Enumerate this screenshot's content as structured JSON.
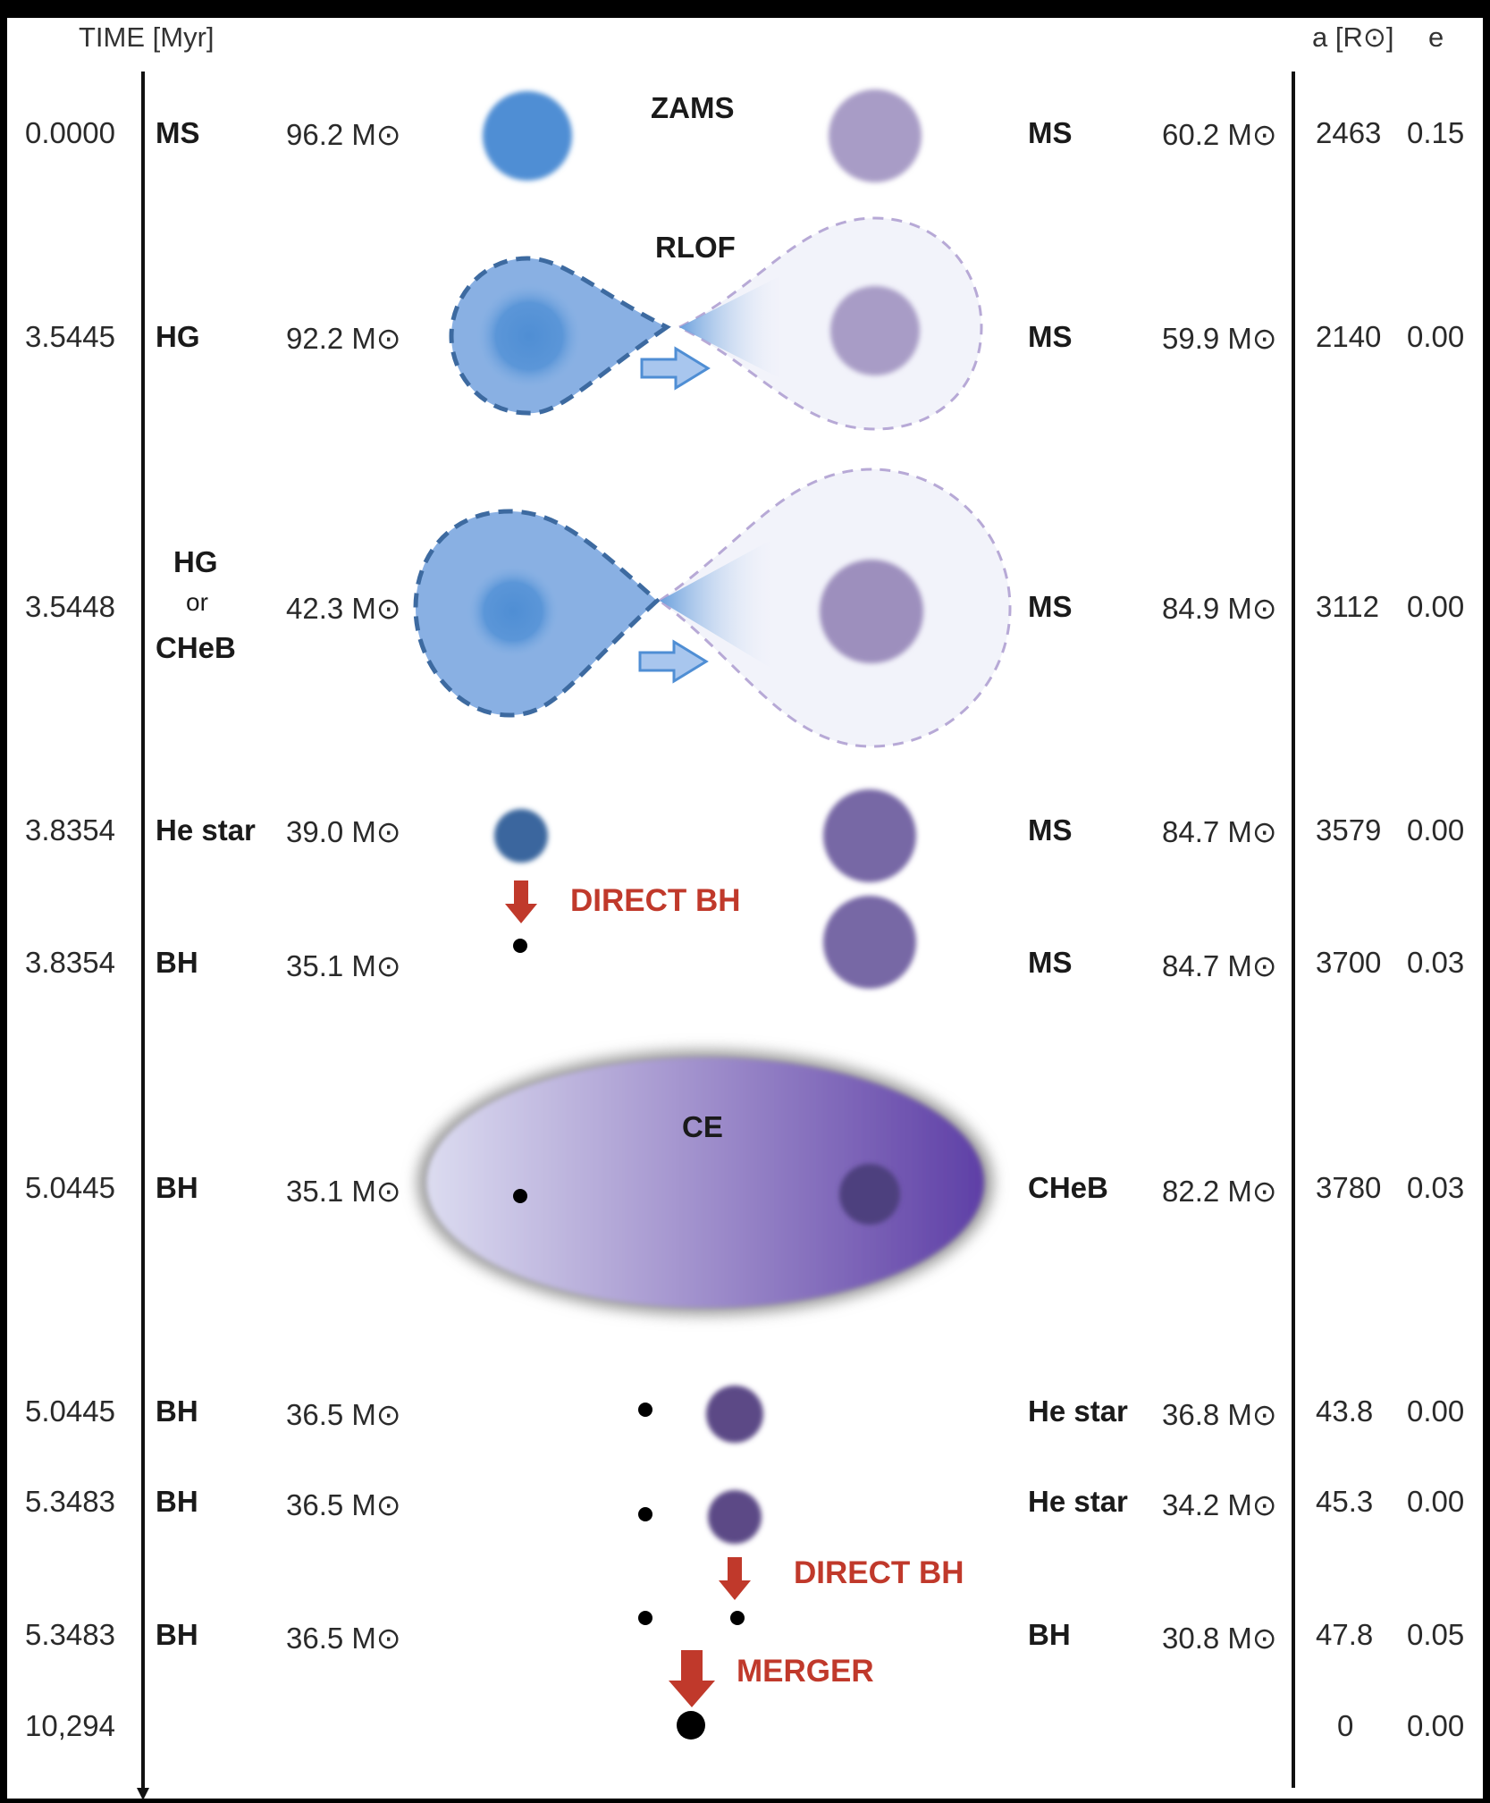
{
  "header": {
    "time_label": "TIME [Myr]",
    "a_label": "a [R⊙]",
    "e_label": "e"
  },
  "rows": [
    {
      "time": "0.0000",
      "left_type": "MS",
      "left_mass": "96.2 M⊙",
      "right_type": "MS",
      "right_mass": "60.2 M⊙",
      "a": "2463",
      "e": "0.15"
    },
    {
      "time": "3.5445",
      "left_type": "HG",
      "left_mass": "92.2 M⊙",
      "right_type": "MS",
      "right_mass": "59.9 M⊙",
      "a": "2140",
      "e": "0.00"
    },
    {
      "time": "3.5448",
      "left_type_line1": "HG",
      "left_type_line2": "or",
      "left_type_line3": "CHeB",
      "left_mass": "42.3 M⊙",
      "right_type": "MS",
      "right_mass": "84.9 M⊙",
      "a": "3112",
      "e": "0.00"
    },
    {
      "time": "3.8354",
      "left_type": "He star",
      "left_mass": "39.0 M⊙",
      "right_type": "MS",
      "right_mass": "84.7 M⊙",
      "a": "3579",
      "e": "0.00"
    },
    {
      "time": "3.8354",
      "left_type": "BH",
      "left_mass": "35.1 M⊙",
      "right_type": "MS",
      "right_mass": "84.7 M⊙",
      "a": "3700",
      "e": "0.03"
    },
    {
      "time": "5.0445",
      "left_type": "BH",
      "left_mass": "35.1 M⊙",
      "right_type": "CHeB",
      "right_mass": "82.2 M⊙",
      "a": "3780",
      "e": "0.03"
    },
    {
      "time": "5.0445",
      "left_type": "BH",
      "left_mass": "36.5 M⊙",
      "right_type": "He star",
      "right_mass": "36.8 M⊙",
      "a": "43.8",
      "e": "0.00"
    },
    {
      "time": "5.3483",
      "left_type": "BH",
      "left_mass": "36.5 M⊙",
      "right_type": "He star",
      "right_mass": "34.2 M⊙",
      "a": "45.3",
      "e": "0.00"
    },
    {
      "time": "5.3483",
      "left_type": "BH",
      "left_mass": "36.5 M⊙",
      "right_type": "BH",
      "right_mass": "30.8 M⊙",
      "a": "47.8",
      "e": "0.05"
    },
    {
      "time": "10,294",
      "a": "0",
      "e": "0.00"
    }
  ],
  "phases": {
    "zams": "ZAMS",
    "rlof": "RLOF",
    "ce": "CE"
  },
  "events": {
    "direct_bh_1": "DIRECT BH",
    "direct_bh_2": "DIRECT BH",
    "merger": "MERGER"
  },
  "colors": {
    "primary_blue": "#4f8ed4",
    "secondary_purple": "#a89cc6",
    "event_red": "#c0392b",
    "ce_purple": "#6a4aaa"
  }
}
